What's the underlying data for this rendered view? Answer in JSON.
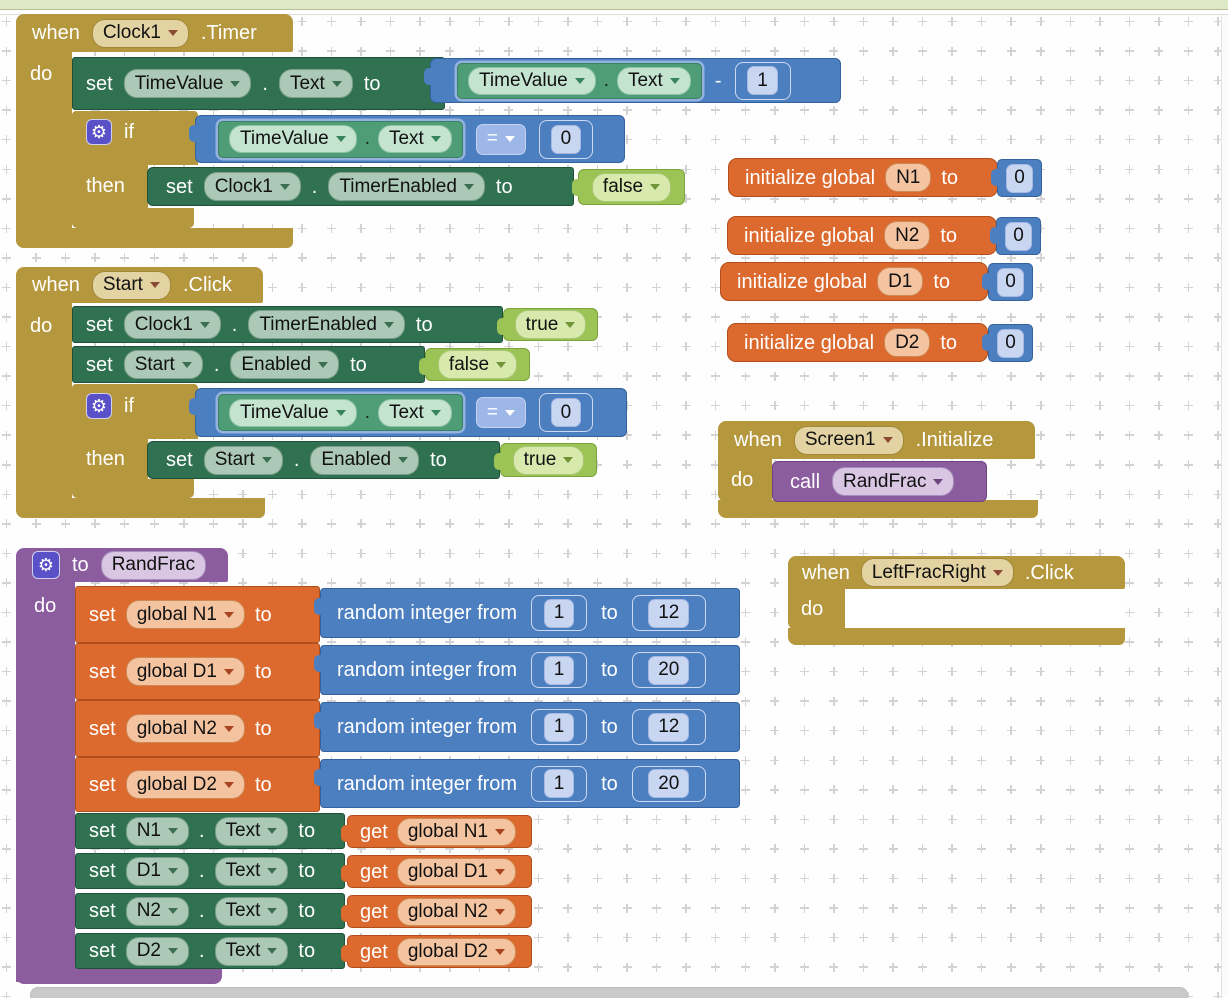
{
  "colors": {
    "event_gold": "#b5983e",
    "setter_green": "#2f7150",
    "getter_green": "#4f9d77",
    "math_blue": "#4c7fc0",
    "logic_green": "#9bc355",
    "variable_orange": "#dc6a2e",
    "procedure_purple": "#8b5d9e",
    "mutator_indigo": "#5a50c7",
    "grid_plus": "#d3d3d3"
  },
  "icons": {
    "gear": "⚙",
    "dropdown_arrow": "▾"
  },
  "workspace": {
    "when_clock1_timer": {
      "kw_when": "when",
      "component": "Clock1",
      "event": ".Timer",
      "kw_do": "do",
      "set_timevalue_text": {
        "kw_set": "set",
        "component": "TimeValue",
        "dot": ".",
        "property": "Text",
        "kw_to": "to"
      },
      "subtract_expr": {
        "getter": {
          "component": "TimeValue",
          "dot": ".",
          "property": "Text"
        },
        "operator": "-",
        "number": "1"
      },
      "if_block": {
        "kw_if": "if",
        "kw_then": "then"
      },
      "if_condition": {
        "getter": {
          "component": "TimeValue",
          "dot": ".",
          "property": "Text"
        },
        "operator": "=",
        "number": "0"
      },
      "then_set": {
        "kw_set": "set",
        "component": "Clock1",
        "dot": ".",
        "property": "TimerEnabled",
        "kw_to": "to",
        "value": "false"
      }
    },
    "when_start_click": {
      "kw_when": "when",
      "component": "Start",
      "event": ".Click",
      "kw_do": "do",
      "set_timer_enabled": {
        "kw_set": "set",
        "component": "Clock1",
        "dot": ".",
        "property": "TimerEnabled",
        "kw_to": "to",
        "value": "true"
      },
      "set_start_enabled": {
        "kw_set": "set",
        "component": "Start",
        "dot": ".",
        "property": "Enabled",
        "kw_to": "to",
        "value": "false"
      },
      "if_block": {
        "kw_if": "if",
        "kw_then": "then"
      },
      "if_condition": {
        "getter": {
          "component": "TimeValue",
          "dot": ".",
          "property": "Text"
        },
        "operator": "=",
        "number": "0"
      },
      "then_set": {
        "kw_set": "set",
        "component": "Start",
        "dot": ".",
        "property": "Enabled",
        "kw_to": "to",
        "value": "true"
      }
    },
    "init_globals": [
      {
        "label": "initialize global",
        "name": "N1",
        "kw_to": "to",
        "value": "0"
      },
      {
        "label": "initialize global",
        "name": "N2",
        "kw_to": "to",
        "value": "0"
      },
      {
        "label": "initialize global",
        "name": "D1",
        "kw_to": "to",
        "value": "0"
      },
      {
        "label": "initialize global",
        "name": "D2",
        "kw_to": "to",
        "value": "0"
      }
    ],
    "when_screen1_initialize": {
      "kw_when": "when",
      "component": "Screen1",
      "event": ".Initialize",
      "kw_do": "do",
      "kw_call": "call",
      "procedure": "RandFrac"
    },
    "when_leftfracright_click": {
      "kw_when": "when",
      "component": "LeftFracRight",
      "event": ".Click",
      "kw_do": "do"
    },
    "procedure_randfrac": {
      "kw_to": "to",
      "name": "RandFrac",
      "kw_do": "do",
      "set_globals": [
        {
          "kw_set": "set",
          "variable": "global N1",
          "kw_to": "to",
          "random_label": "random integer from",
          "from": "1",
          "kw_to2": "to",
          "to_value": "12"
        },
        {
          "kw_set": "set",
          "variable": "global D1",
          "kw_to": "to",
          "random_label": "random integer from",
          "from": "1",
          "kw_to2": "to",
          "to_value": "20"
        },
        {
          "kw_set": "set",
          "variable": "global N2",
          "kw_to": "to",
          "random_label": "random integer from",
          "from": "1",
          "kw_to2": "to",
          "to_value": "12"
        },
        {
          "kw_set": "set",
          "variable": "global D2",
          "kw_to": "to",
          "random_label": "random integer from",
          "from": "1",
          "kw_to2": "to",
          "to_value": "20"
        }
      ],
      "set_texts": [
        {
          "kw_set": "set",
          "component": "N1",
          "dot": ".",
          "property": "Text",
          "kw_to": "to",
          "kw_get": "get",
          "variable": "global N1"
        },
        {
          "kw_set": "set",
          "component": "D1",
          "dot": ".",
          "property": "Text",
          "kw_to": "to",
          "kw_get": "get",
          "variable": "global D1"
        },
        {
          "kw_set": "set",
          "component": "N2",
          "dot": ".",
          "property": "Text",
          "kw_to": "to",
          "kw_get": "get",
          "variable": "global N2"
        },
        {
          "kw_set": "set",
          "component": "D2",
          "dot": ".",
          "property": "Text",
          "kw_to": "to",
          "kw_get": "get",
          "variable": "global D2"
        }
      ]
    }
  }
}
